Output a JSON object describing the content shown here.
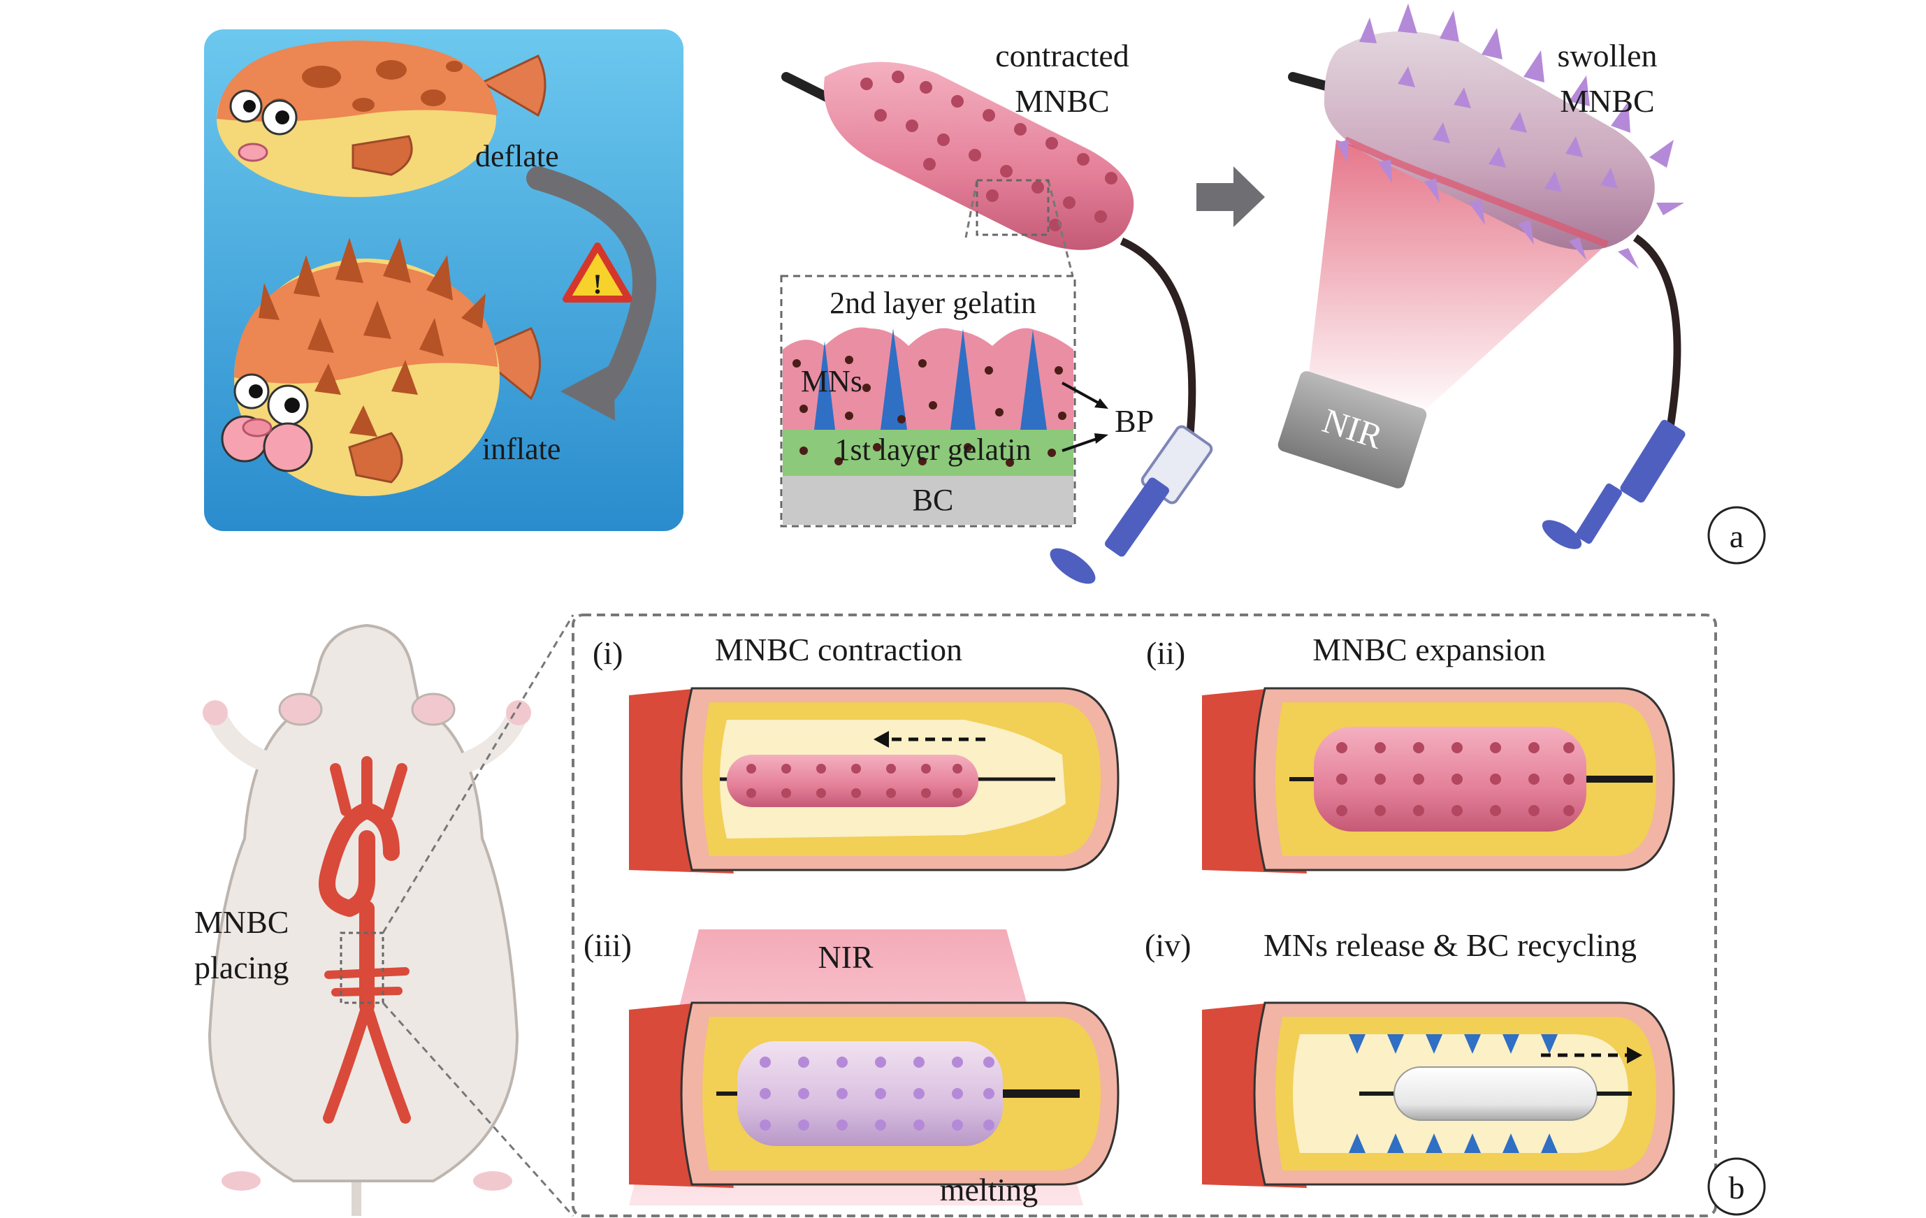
{
  "panel_a": {
    "fish_deflate": "deflate",
    "fish_inflate": "inflate",
    "warning_mark": "!",
    "contracted_line1": "contracted",
    "contracted_line2": "MNBC",
    "swollen_line1": "swollen",
    "swollen_line2": "MNBC",
    "layer_2nd": "2nd layer gelatin",
    "layer_mns": "MNs",
    "layer_1st": "1st layer gelatin",
    "layer_bc": "BC",
    "bp_label": "BP",
    "nir_label": "NIR",
    "panel_letter": "a"
  },
  "panel_b": {
    "rat_label_line1": "MNBC",
    "rat_label_line2": "placing",
    "step1_num": "(i)",
    "step1_title": "MNBC contraction",
    "step2_num": "(ii)",
    "step2_title": "MNBC expansion",
    "step3_num": "(iii)",
    "step3_title": "NIR",
    "step3_melting": "melting",
    "step4_num": "(iv)",
    "step4_title": "MNs release & BC recycling",
    "panel_letter": "b"
  },
  "colors": {
    "water_top": "#5fc3ea",
    "water_bottom": "#2c8fd0",
    "balloon_pink": "#e98aa1",
    "vessel_red": "#d94a3a",
    "plaque_yellow": "#f2cf55",
    "mn_blue": "#2f6fc4",
    "layer_green": "#8cc97a",
    "syringe_blue": "#4f5fc0"
  }
}
